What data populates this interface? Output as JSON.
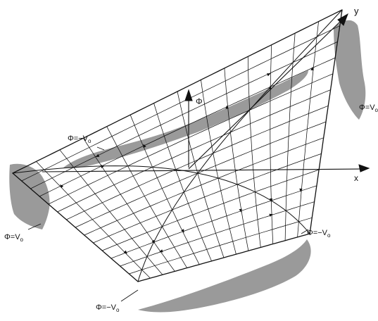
{
  "axes": {
    "x_label": "x",
    "y_label": "y",
    "phi_label": "Φ"
  },
  "potential_labels": {
    "upper_left": "Φ=−V",
    "upper_right": "Φ=V",
    "lower_left": "Φ=V",
    "lower_right": "Φ=−V",
    "bottom": "Φ=−V",
    "subscript": "o"
  },
  "colors": {
    "ink": "#111111",
    "electrode_fill": "#9a9a9a",
    "background": "#ffffff"
  }
}
